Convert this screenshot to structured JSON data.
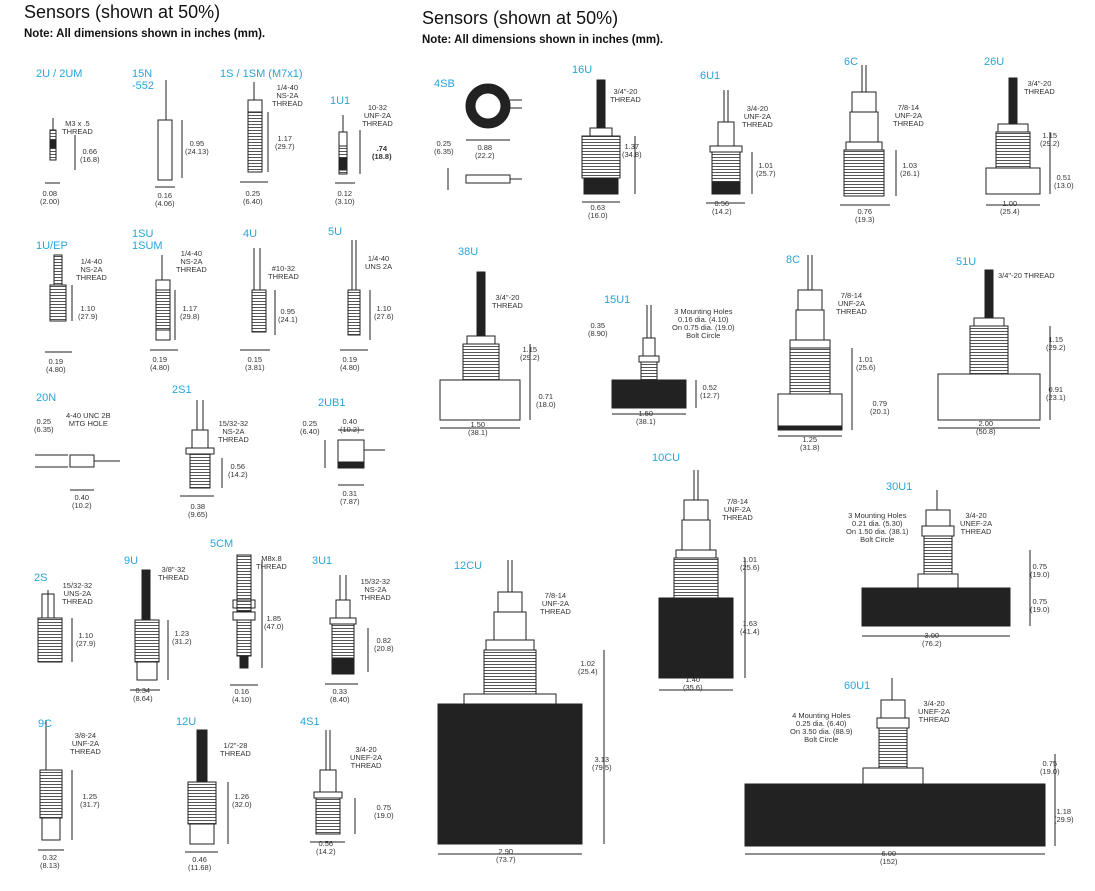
{
  "header": {
    "left_title": "Sensors (shown at 50%)",
    "left_note": "Note: All dimensions shown in inches (mm).",
    "right_title": "Sensors (shown at 50%)",
    "right_note": "Note: All dimensions shown in inches (mm)."
  },
  "sensors": {
    "s2u": {
      "name": "2U / 2UM",
      "thread": "M3 x .5\nTHREAD",
      "h": "0.66\n(16.8)",
      "d": "0.08\n(2.00)"
    },
    "s15n": {
      "name": "15N\n-552",
      "h": "0.95\n(24.13)",
      "d": "0.16\n(4.06)"
    },
    "s1s": {
      "name": "1S / 1SM (M7x1)",
      "thread": "1/4-40\nNS-2A\nTHREAD",
      "h": "1.17\n(29.7)",
      "d": "0.25\n(6.40)"
    },
    "s1u1": {
      "name": "1U1",
      "thread": "10-32\nUNF-2A\nTHREAD",
      "h": ".74\n(18.8)",
      "d": "0.12\n(3.10)"
    },
    "s1uep": {
      "name": "1U/EP",
      "thread": "1/4-40\nNS-2A\nTHREAD",
      "h": "1.10\n(27.9)",
      "d": "0.19\n(4.80)"
    },
    "s1su": {
      "name": "1SU\n1SUM",
      "thread": "1/4-40\nNS-2A\nTHREAD",
      "h": "1.17\n(29.8)",
      "d": "0.19\n(4.80)"
    },
    "s4u": {
      "name": "4U",
      "thread": "#10-32\nTHREAD",
      "h": "0.95\n(24.1)",
      "d": "0.15\n(3.81)"
    },
    "s5u": {
      "name": "5U",
      "thread": "1/4-40\nUNS 2A",
      "h": "1.10\n(27.6)",
      "d": "0.19\n(4.80)"
    },
    "s20n": {
      "name": "20N",
      "hole": "4-40 UNC 2B\nMTG HOLE",
      "h": "0.25\n(6.35)",
      "d": "0.40\n(10.2)"
    },
    "s2s1": {
      "name": "2S1",
      "thread": "15/32-32\nNS-2A\nTHREAD",
      "h": "0.56\n(14.2)",
      "d": "0.38\n(9.65)"
    },
    "s2ub1": {
      "name": "2UB1",
      "h": "0.25\n(6.40)",
      "w": "0.40\n(10.2)",
      "d": "0.31\n(7.87)"
    },
    "s2s": {
      "name": "2S",
      "thread": "15/32-32\nUNS-2A\nTHREAD",
      "h": "1.10\n(27.9)"
    },
    "s9u": {
      "name": "9U",
      "thread": "3/8\"-32\nTHREAD",
      "h": "1.23\n(31.2)",
      "d": "0.34\n(8.64)"
    },
    "s5cm": {
      "name": "5CM",
      "thread": "M8x.8\nTHREAD",
      "h": "1.85\n(47.0)",
      "d": "0.16\n(4.10)"
    },
    "s3u1": {
      "name": "3U1",
      "thread": "15/32-32\nNS-2A\nTHREAD",
      "h": "0.82\n(20.8)",
      "d": "0.33\n(8.40)"
    },
    "s9c": {
      "name": "9C",
      "thread": "3/8-24\nUNF-2A\nTHREAD",
      "h": "1.25\n(31.7)",
      "d": "0.32\n(8.13)"
    },
    "s12u": {
      "name": "12U",
      "thread": "1/2\"-28\nTHREAD",
      "h": "1.26\n(32.0)",
      "d": "0.46\n(11.68)"
    },
    "s4s1": {
      "name": "4S1",
      "thread": "3/4-20\nUNEF-2A\nTHREAD",
      "h": "0.75\n(19.0)",
      "d": "0.56\n(14.2)"
    },
    "s4sb": {
      "name": "4SB",
      "w": "0.88\n(22.2)",
      "h": "0.25\n(6.35)"
    },
    "s16u": {
      "name": "16U",
      "thread": "3/4\"-20\nTHREAD",
      "h": "1.37\n(34.8)",
      "d": "0.63\n(16.0)"
    },
    "s6u1": {
      "name": "6U1",
      "thread": "3/4-20\nUNF-2A\nTHREAD",
      "h": "1.01\n(25.7)",
      "d": "0.56\n(14.2)"
    },
    "s6c": {
      "name": "6C",
      "thread": "7/8-14\nUNF-2A\nTHREAD",
      "h": "1.03\n(26.1)",
      "d": "0.76\n(19.3)"
    },
    "s26u": {
      "name": "26U",
      "thread": "3/4\"-20\nTHREAD",
      "h1": "1.15\n(29.2)",
      "h2": "0.51\n(13.0)",
      "d": "1.00\n(25.4)"
    },
    "s38u": {
      "name": "38U",
      "thread": "3/4\"-20\nTHREAD",
      "h1": "1.15\n(29.2)",
      "h2": "0.71\n(18.0)",
      "d": "1.50\n(38.1)"
    },
    "s15u1": {
      "name": "15U1",
      "holes": "3 Mounting Holes\n0.16 dia. (4.10)\nOn 0.75 dia. (19.0)\nBolt Circle",
      "h1": "0.35\n(8.90)",
      "h2": "0.52\n(12.7)",
      "d": "1.50\n(38.1)"
    },
    "s8c": {
      "name": "8C",
      "thread": "7/8-14\nUNF-2A\nTHREAD",
      "h1": "1.01\n(25.6)",
      "h2": "0.79\n(20.1)",
      "d": "1.25\n(31.8)"
    },
    "s51u": {
      "name": "51U",
      "thread": "3/4\"-20 THREAD",
      "h1": "1.15\n(29.2)",
      "h2": "0.91\n(23.1)",
      "d": "2.00\n(50.8)"
    },
    "s10cu": {
      "name": "10CU",
      "thread": "7/8-14\nUNF-2A\nTHREAD",
      "h1": "1.01\n(25.6)",
      "h2": "1.63\n(41.4)",
      "d": "1.40\n(35.6)"
    },
    "s30u1": {
      "name": "30U1",
      "holes": "3 Mounting Holes\n0.21 dia. (5.30)\nOn 1.50 dia. (38.1)\nBolt Circle",
      "thread": "3/4-20\nUNEF-2A\nTHREAD",
      "h1": "0.75\n(19.0)",
      "h2": "0.75\n(19.0)",
      "d": "3.00\n(76.2)"
    },
    "s12cu": {
      "name": "12CU",
      "thread": "7/8-14\nUNF-2A\nTHREAD",
      "h1": "1.02\n(25.4)",
      "h2": "3.13\n(79.5)",
      "d": "2.90\n(73.7)"
    },
    "s60u1": {
      "name": "60U1",
      "holes": "4 Mounting Holes\n0.25 dia. (6.40)\nOn 3.50 dia. (88.9)\nBolt Circle",
      "thread": "3/4-20\nUNEF-2A\nTHREAD",
      "h1": "0.75\n(19.0)",
      "h2": "1.18\n(29.9)",
      "d": "6.00\n(152)"
    }
  }
}
